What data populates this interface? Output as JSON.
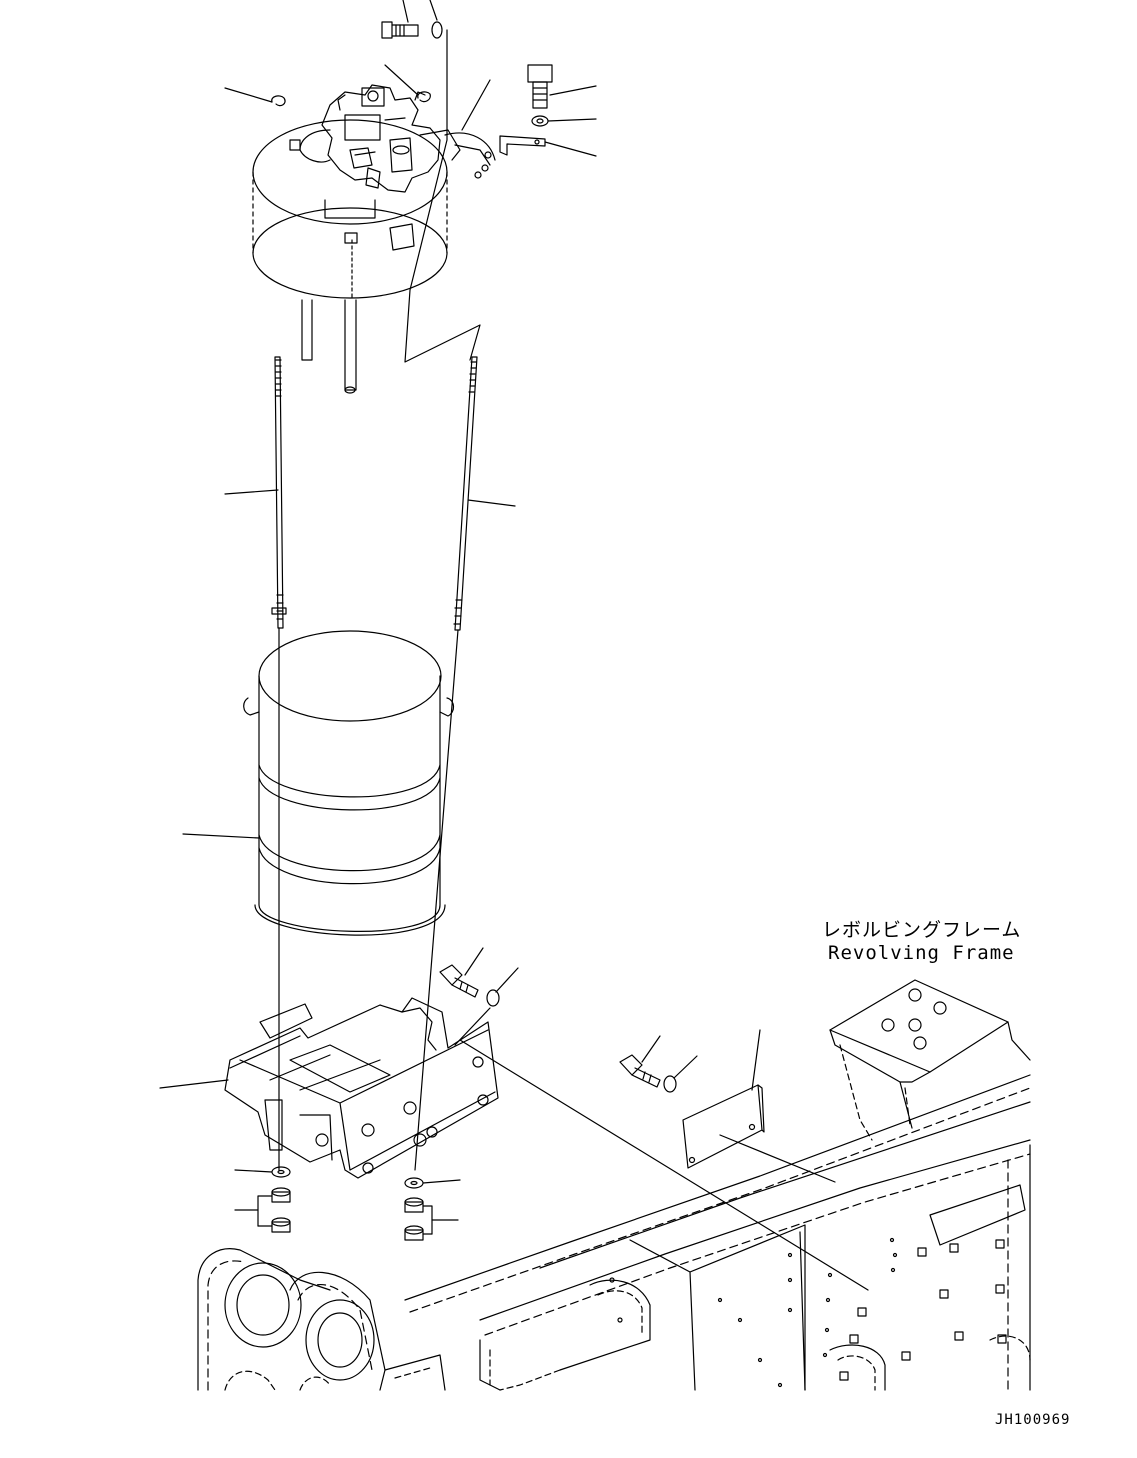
{
  "labels": {
    "frame_jp": "レボルビングフレーム",
    "frame_en": "Revolving Frame",
    "drawing_number": "JH100969"
  },
  "parts": [
    "valve-assembly",
    "tank-cap-plate",
    "tie-rod-left",
    "tie-rod-right",
    "tank-cylinder",
    "tank-bracket",
    "bracket-bolt",
    "bracket-washer",
    "lower-washer-left",
    "lower-nuts-left",
    "lower-washer-right",
    "lower-nuts-right",
    "cover-plate",
    "cover-bolt",
    "cover-washer",
    "clip-bracket",
    "top-bolt",
    "top-washer",
    "revolving-frame"
  ],
  "colors": {
    "line": "#000000",
    "background": "#ffffff"
  }
}
